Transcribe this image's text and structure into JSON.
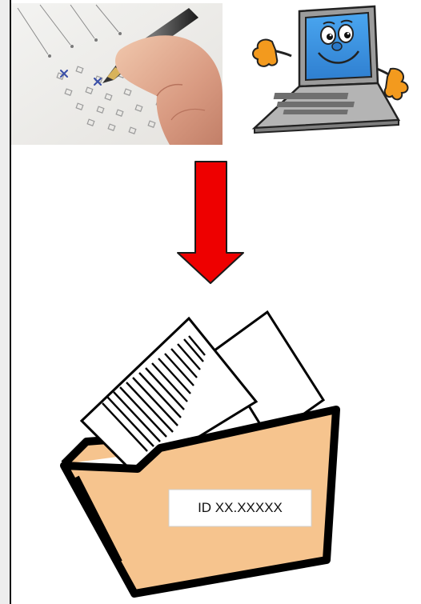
{
  "diagram": {
    "items": [
      {
        "name": "paper-survey",
        "icon": "pen-checklist-photo-icon"
      },
      {
        "name": "computer",
        "icon": "smiling-laptop-cartoon-icon"
      },
      {
        "name": "transition",
        "icon": "red-down-arrow-icon"
      },
      {
        "name": "archive",
        "icon": "document-folder-icon"
      }
    ],
    "folder_label": "ID XX.XXXXX",
    "colors": {
      "arrow": "#ee0000",
      "folder": "#f6c48e",
      "laptop_screen": "#3b8fe0",
      "laptop_body": "#a9a9a9",
      "hand_orange": "#f39a1e"
    }
  }
}
